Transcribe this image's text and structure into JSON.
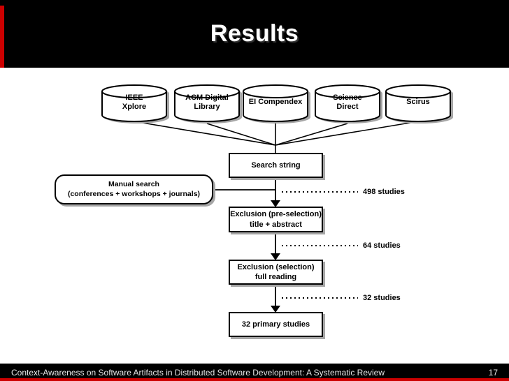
{
  "header": {
    "title": "Results"
  },
  "diagram": {
    "databases": [
      {
        "label": "IEEE\nXplore"
      },
      {
        "label": "ACM Digital\nLibrary"
      },
      {
        "label": "EI Compendex"
      },
      {
        "label": "Science\nDirect"
      },
      {
        "label": "Scirus"
      }
    ],
    "manual_search": {
      "label": "Manual search\n(conferences + workshops + journals)"
    },
    "flow_boxes": [
      {
        "label": "Search string"
      },
      {
        "label": "Exclusion (pre-selection)\ntitle + abstract"
      },
      {
        "label": "Exclusion (selection)\nfull reading"
      },
      {
        "label": "32 primary studies"
      }
    ],
    "counts": [
      {
        "label": "498 studies"
      },
      {
        "label": "64 studies"
      },
      {
        "label": "32 studies"
      }
    ]
  },
  "footer": {
    "title": "Context-Awareness on Software Artifacts in Distributed Software Development: A Systematic Review",
    "page_number": "17"
  },
  "colors": {
    "accent_red": "#cc0000",
    "header_bg": "#000000",
    "line_black": "#000000",
    "shadow_gray": "#a6a6a6"
  }
}
